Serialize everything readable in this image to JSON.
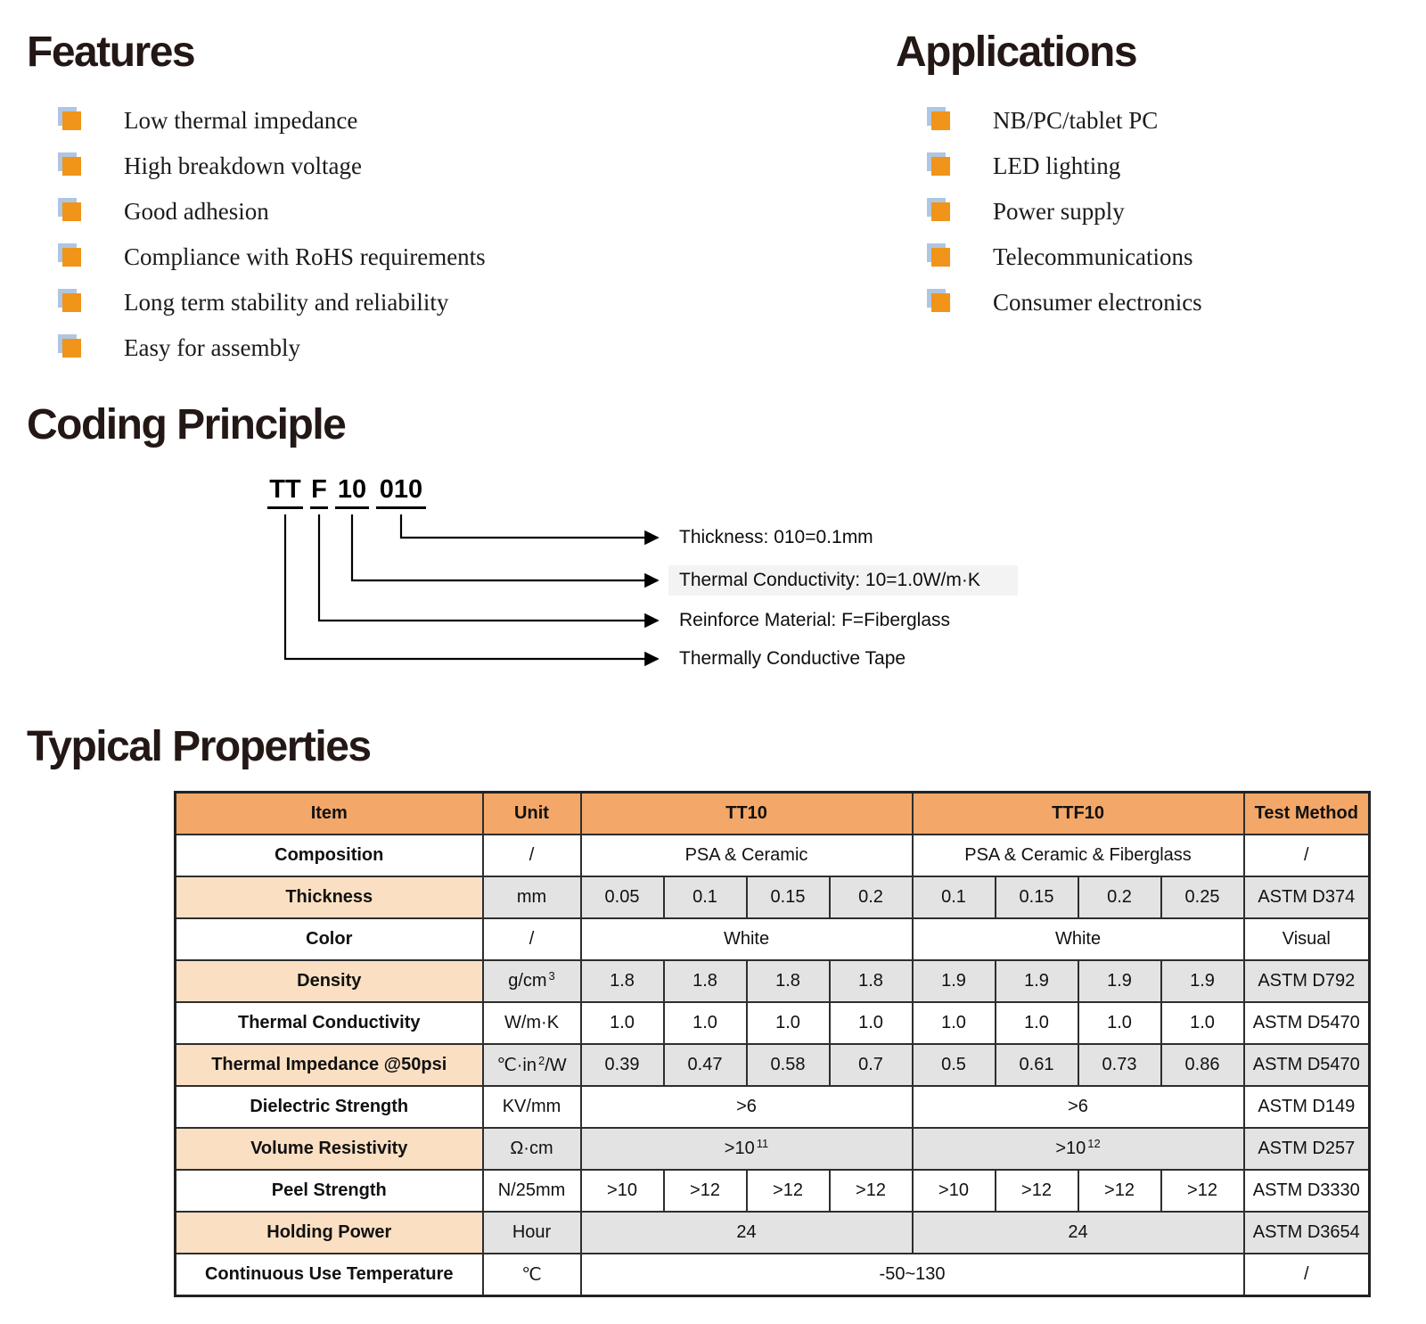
{
  "features": {
    "title": "Features",
    "items": [
      "Low thermal impedance",
      "High breakdown voltage",
      "Good adhesion",
      "Compliance with RoHS requirements",
      "Long term stability and reliability",
      "Easy for assembly"
    ]
  },
  "applications": {
    "title": "Applications",
    "items": [
      "NB/PC/tablet PC",
      "LED lighting",
      "Power supply",
      "Telecommunications",
      "Consumer electronics"
    ]
  },
  "coding": {
    "title": "Coding Principle",
    "code_parts": [
      "TT",
      "F",
      "10",
      "010"
    ],
    "labels": [
      "Thickness: 010=0.1mm",
      "Thermal Conductivity: 10=1.0W/m·K",
      "Reinforce Material: F=Fiberglass",
      "Thermally Conductive Tape"
    ]
  },
  "properties": {
    "title": "Typical Properties",
    "table": {
      "header": {
        "item": "Item",
        "unit": "Unit",
        "tt10": "TT10",
        "ttf10": "TTF10",
        "test": "Test Method"
      },
      "rows": {
        "composition": {
          "item": "Composition",
          "unit": "/",
          "tt10": "PSA & Ceramic",
          "ttf10": "PSA & Ceramic & Fiberglass",
          "test": "/"
        },
        "thickness": {
          "item": "Thickness",
          "unit": "mm",
          "cells": [
            "0.05",
            "0.1",
            "0.15",
            "0.2",
            "0.1",
            "0.15",
            "0.2",
            "0.25"
          ],
          "test": "ASTM D374"
        },
        "color": {
          "item": "Color",
          "unit": "/",
          "tt10": "White",
          "ttf10": "White",
          "test": "Visual"
        },
        "density": {
          "item": "Density",
          "unit_base": "g/cm",
          "unit_sup": "3",
          "cells": [
            "1.8",
            "1.8",
            "1.8",
            "1.8",
            "1.9",
            "1.9",
            "1.9",
            "1.9"
          ],
          "test": "ASTM D792"
        },
        "thermal_conductivity": {
          "item": "Thermal Conductivity",
          "unit": "W/m·K",
          "cells": [
            "1.0",
            "1.0",
            "1.0",
            "1.0",
            "1.0",
            "1.0",
            "1.0",
            "1.0"
          ],
          "test": "ASTM D5470"
        },
        "thermal_impedance": {
          "item": "Thermal Impedance @50psi",
          "unit_b1": "℃·in",
          "unit_sup": "2",
          "unit_b2": "/W",
          "cells": [
            "0.39",
            "0.47",
            "0.58",
            "0.7",
            "0.5",
            "0.61",
            "0.73",
            "0.86"
          ],
          "test": "ASTM D5470"
        },
        "dielectric_strength": {
          "item": "Dielectric Strength",
          "unit": "KV/mm",
          "tt10": ">6",
          "ttf10": ">6",
          "test": "ASTM D149"
        },
        "volume_resistivity": {
          "item": "Volume Resistivity",
          "unit": "Ω·cm",
          "tt10_base": ">10",
          "tt10_sup": "11",
          "ttf10_base": ">10",
          "ttf10_sup": "12",
          "test": "ASTM D257"
        },
        "peel_strength": {
          "item": "Peel Strength",
          "unit": "N/25mm",
          "cells": [
            ">10",
            ">12",
            ">12",
            ">12",
            ">10",
            ">12",
            ">12",
            ">12"
          ],
          "test": "ASTM D3330"
        },
        "holding_power": {
          "item": "Holding Power",
          "unit": "Hour",
          "tt10": "24",
          "ttf10": "24",
          "test": "ASTM D3654"
        },
        "continuous_use": {
          "item": "Continuous Use Temperature",
          "unit": "℃",
          "value": "-50~130",
          "test": "/"
        }
      }
    }
  },
  "colors": {
    "bullet_orange": "#F0941A",
    "bullet_shadow_blue": "#AEC6E2",
    "table_header_orange": "#F3A768",
    "item_column_peach": "#FADFC2",
    "alt_row_gray": "#E3E3E3",
    "heading_dark": "#231815"
  }
}
